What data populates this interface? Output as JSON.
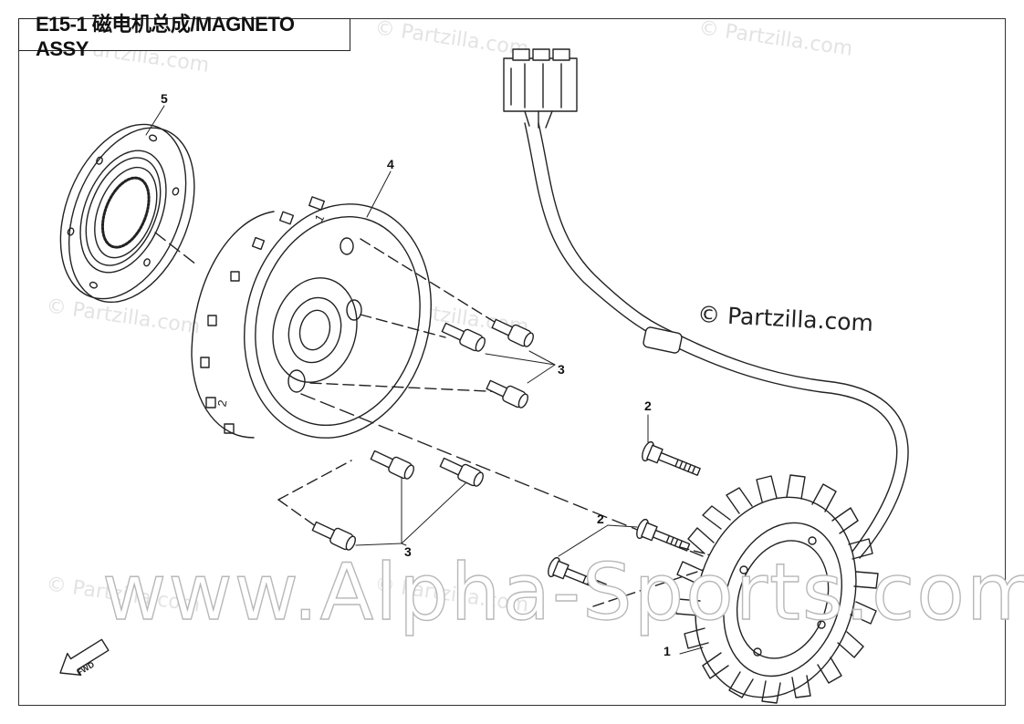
{
  "title": "E15-1 磁电机总成/MAGNETO ASSY",
  "watermarks": {
    "partzilla_faint": "© Partzilla.com",
    "partzilla_dark": "© Partzilla.com",
    "alpha_sports": "www.Alpha-Sports.com"
  },
  "callouts": {
    "stator": "1",
    "bolt_stator": "2",
    "bolt_stator_b": "2",
    "bolts_flywheel_upper": "3",
    "bolts_flywheel_lower": "3",
    "flywheel": "4",
    "starter_clutch": "5"
  },
  "flywheel_marks": {
    "mark_1": "1",
    "mark_2": "2"
  },
  "fwd_label": "FWD"
}
